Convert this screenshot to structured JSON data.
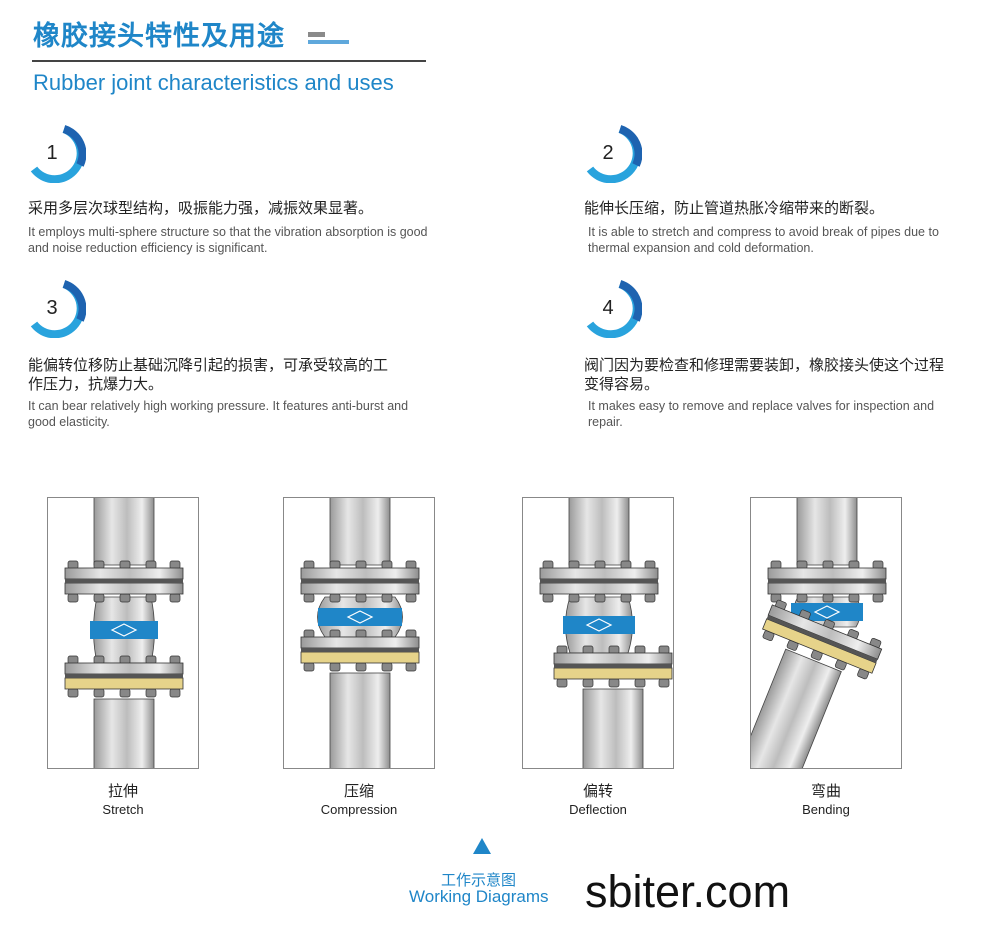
{
  "header": {
    "title_cn": "橡胶接头特性及用途",
    "title_en": "Rubber joint characteristics and uses"
  },
  "features": [
    {
      "number": "1",
      "cn": "采用多层次球型结构，吸振能力强，减振效果显著。",
      "en": "It employs multi-sphere structure so that the vibration absorption is good and noise reduction efficiency is significant."
    },
    {
      "number": "2",
      "cn": "能伸长压缩，防止管道热胀冷缩带来的断裂。",
      "en": "It is able to stretch and compress to avoid break of pipes due to thermal expansion and cold deformation."
    },
    {
      "number": "3",
      "cn": "能偏转位移防止基础沉降引起的损害，可承受较高的工作压力，抗爆力大。",
      "en": "It can bear relatively high working pressure. It features anti-burst and good elasticity."
    },
    {
      "number": "4",
      "cn": "阀门因为要检查和修理需要装卸，橡胶接头使这个过程变得容易。",
      "en": "It makes easy to remove and replace valves for inspection and repair."
    }
  ],
  "diagrams": [
    {
      "type": "stretch",
      "cn": "拉伸",
      "en": "Stretch"
    },
    {
      "type": "compression",
      "cn": "压缩",
      "en": "Compression"
    },
    {
      "type": "deflection",
      "cn": "偏转",
      "en": "Deflection"
    },
    {
      "type": "bending",
      "cn": "弯曲",
      "en": "Bending"
    }
  ],
  "footer": {
    "cn": "工作示意图",
    "en": "Working Diagrams",
    "watermark": "sbiter.com"
  },
  "colors": {
    "accent": "#1f86c8",
    "band": "#1f86c8",
    "brass": "#e6d38a"
  }
}
